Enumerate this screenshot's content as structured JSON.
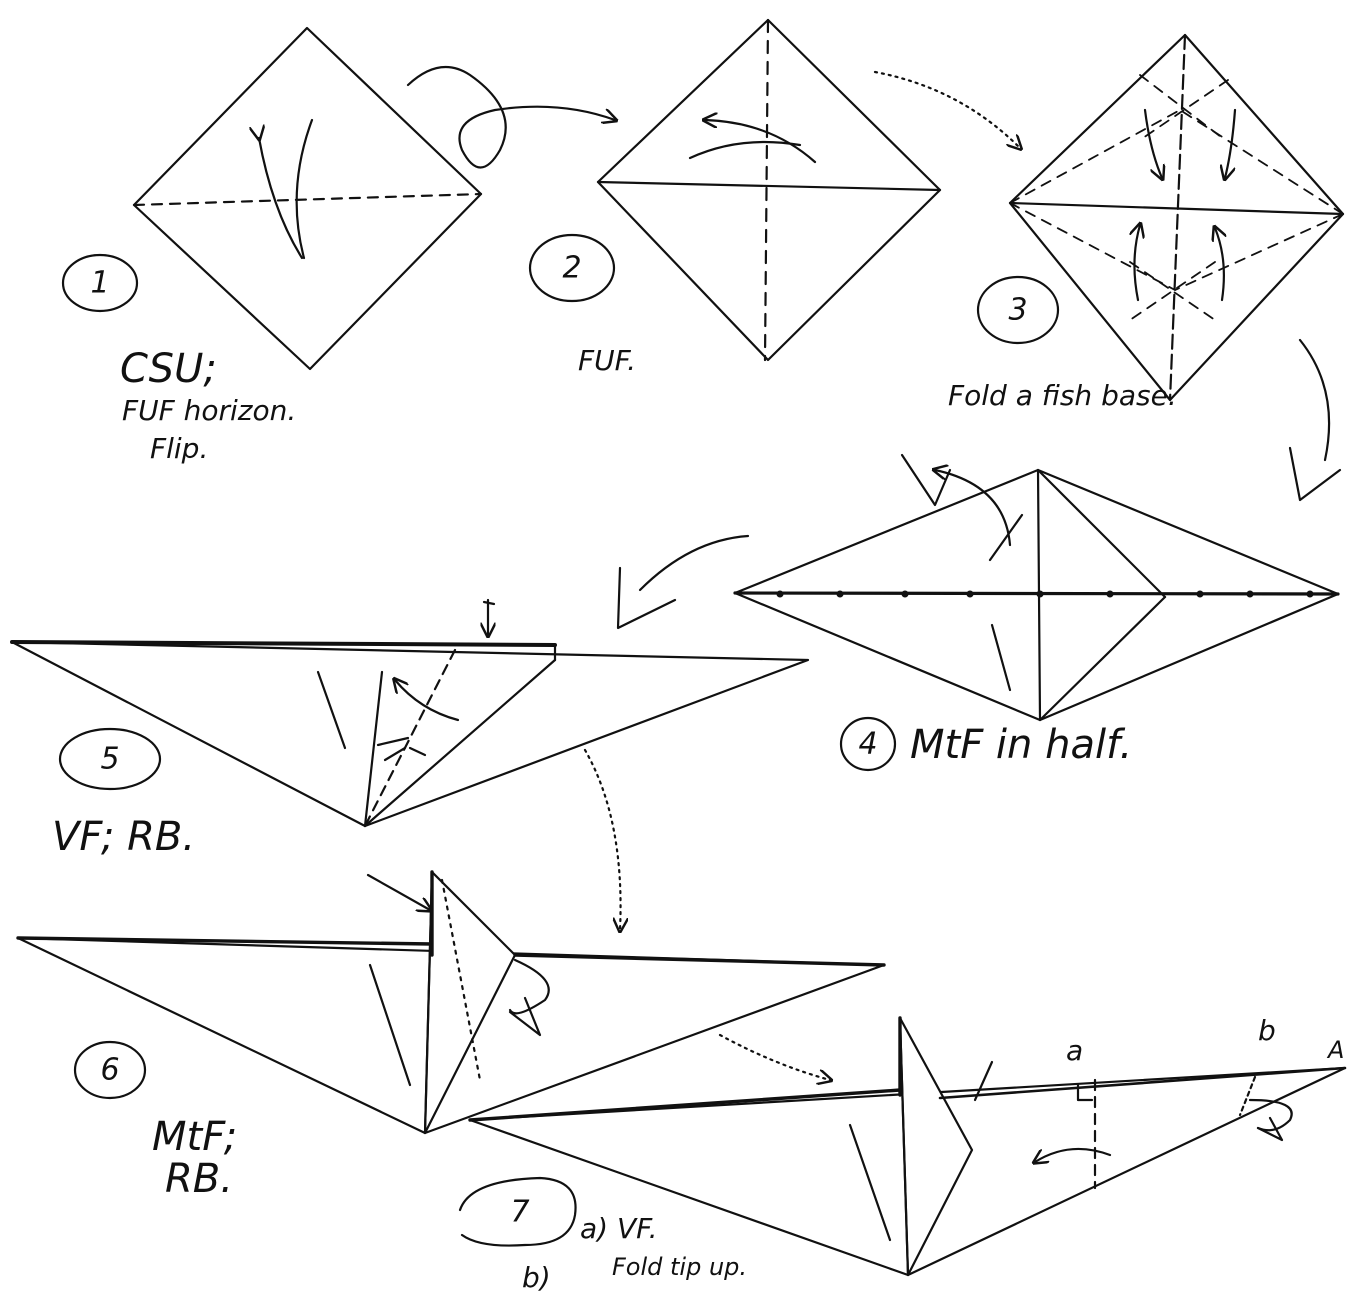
{
  "steps": [
    {
      "number": "1",
      "lines": [
        "CSU;",
        "FUF horizon.",
        "Flip."
      ]
    },
    {
      "number": "2",
      "lines": [
        "FUF."
      ]
    },
    {
      "number": "3",
      "lines": [
        "Fold a fish base."
      ]
    },
    {
      "number": "4",
      "lines": [
        "MtF in half."
      ]
    },
    {
      "number": "5",
      "lines": [
        "VF; RB."
      ]
    },
    {
      "number": "6",
      "lines": [
        "MtF;",
        "RB."
      ]
    },
    {
      "number": "7",
      "lines": [
        "a) VF.",
        "b)",
        "Fold tip up."
      ]
    }
  ],
  "point_labels": {
    "a": "a",
    "b": "b",
    "tip": "A"
  },
  "colors": {
    "ink": "#111111",
    "paper": "#ffffff"
  }
}
